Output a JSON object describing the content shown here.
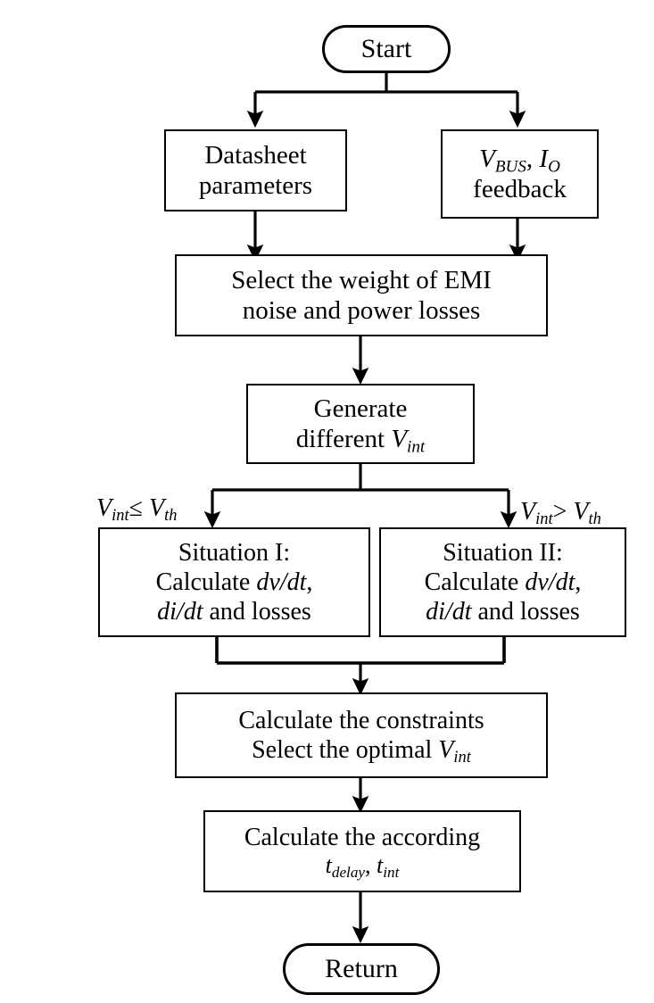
{
  "diagram": {
    "title": "Control algorithm flowchart",
    "type": "flowchart",
    "background_color": "#ffffff",
    "line_color": "#000000",
    "text_color": "#000000"
  },
  "nodes": {
    "start": {
      "shape": "terminator",
      "label": "Start"
    },
    "datasheet": {
      "shape": "process",
      "line1": "Datasheet",
      "line2": "parameters"
    },
    "feedback": {
      "shape": "process",
      "line1_v": "V",
      "line1_v_sub": "BUS",
      "line1_sep": ", ",
      "line1_i": "I",
      "line1_i_sub": "O",
      "line2": "feedback"
    },
    "select_weight": {
      "shape": "process",
      "line1": "Select the weight of EMI",
      "line2": "noise and power losses"
    },
    "generate": {
      "shape": "process",
      "line1": "Generate",
      "line2_prefix": "different ",
      "line2_v": "V",
      "line2_v_sub": "int"
    },
    "situation_1": {
      "shape": "process",
      "line1": "Situation I:",
      "line2_prefix": "Calculate ",
      "line2_var": "dv/dt",
      "line2_suffix": ",",
      "line3_var": "di/dt",
      "line3_suffix": " and losses"
    },
    "situation_2": {
      "shape": "process",
      "line1": "Situation II:",
      "line2_prefix": "Calculate ",
      "line2_var": "dv/dt",
      "line2_suffix": ",",
      "line3_var": "di/dt",
      "line3_suffix": " and losses"
    },
    "constraints": {
      "shape": "process",
      "line1": "Calculate the constraints",
      "line2_prefix": "Select the optimal ",
      "line2_v": "V",
      "line2_v_sub": "int"
    },
    "timings": {
      "shape": "process",
      "line1": "Calculate the according",
      "line2_t1": "t",
      "line2_t1_sub": "delay",
      "line2_sep": ", ",
      "line2_t2": "t",
      "line2_t2_sub": "int"
    },
    "return": {
      "shape": "terminator",
      "label": "Return"
    }
  },
  "edge_labels": {
    "branch_left": {
      "v": "V",
      "v_sub": "int",
      "op": "≤ ",
      "th": "V",
      "th_sub": "th"
    },
    "branch_right": {
      "v": "V",
      "v_sub": "int",
      "op": "> ",
      "th": "V",
      "th_sub": "th"
    }
  },
  "flow": {
    "description": "Start splits to Datasheet parameters and V_BUS, I_O feedback; both feed Select the weight of EMI noise and power losses; then Generate different V_int; branches on V_int <= V_th to Situation I and V_int > V_th to Situation II; both merge to Calculate the constraints / Select the optimal V_int; then Calculate the according t_delay, t_int; then Return."
  }
}
